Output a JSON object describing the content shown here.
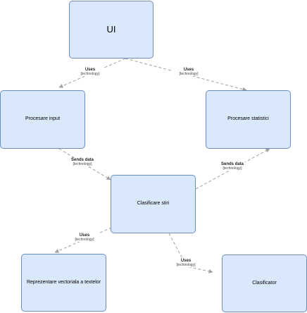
{
  "nodes": {
    "ui": "UI",
    "procesare_input": "Procesare input",
    "procesare_statistici": "Procesare statistici",
    "clasificare_stiri": "Clasificare stiri",
    "reprezentare": "Reprezentare vectoriala a textelor",
    "clasificator": "Clasificator"
  },
  "edges": {
    "ui_to_input": {
      "label": "Uses",
      "tech": "[technology]"
    },
    "ui_to_statistici": {
      "label": "Uses",
      "tech": "[technology]"
    },
    "input_to_clasificare": {
      "label": "Sends data",
      "tech": "[technology]"
    },
    "clasificare_to_statistici": {
      "label": "Sends data",
      "tech": "[technology]"
    },
    "clasificare_to_reprezentare": {
      "label": "Uses",
      "tech": "[technology]"
    },
    "clasificare_to_clasificator": {
      "label": "Uses",
      "tech": "[technology]"
    }
  },
  "colors": {
    "node_fill": "#dae8fc",
    "node_stroke": "#6c8ebf",
    "edge": "#a0a0a0"
  }
}
